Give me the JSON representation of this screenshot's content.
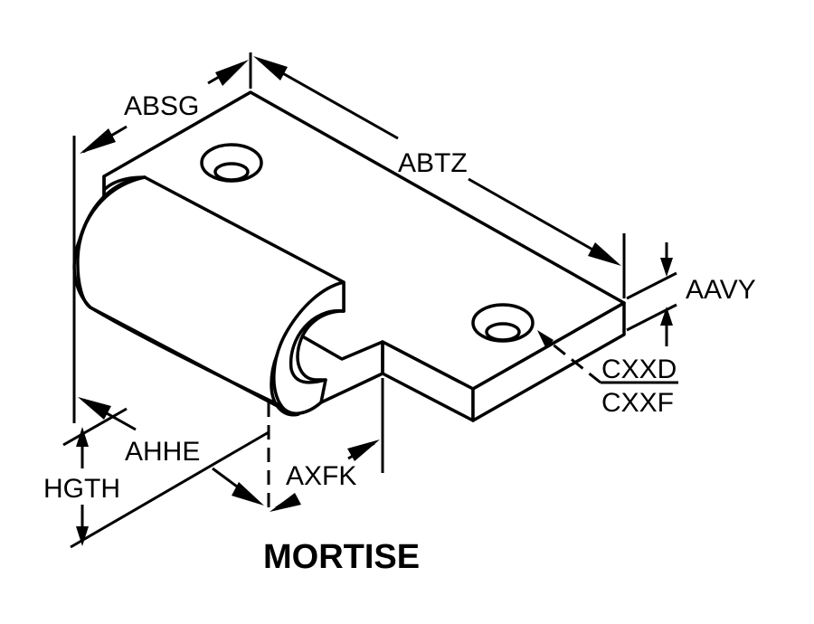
{
  "title": "MORTISE",
  "labels": {
    "absg": "ABSG",
    "abtz": "ABTZ",
    "aavy": "AAVY",
    "cxxd": "CXXD",
    "cxxf": "CXXF",
    "ahhe": "AHHE",
    "hgth": "HGTH",
    "axfk": "AXFK"
  },
  "colors": {
    "ink": "#000000",
    "background": "#ffffff"
  }
}
